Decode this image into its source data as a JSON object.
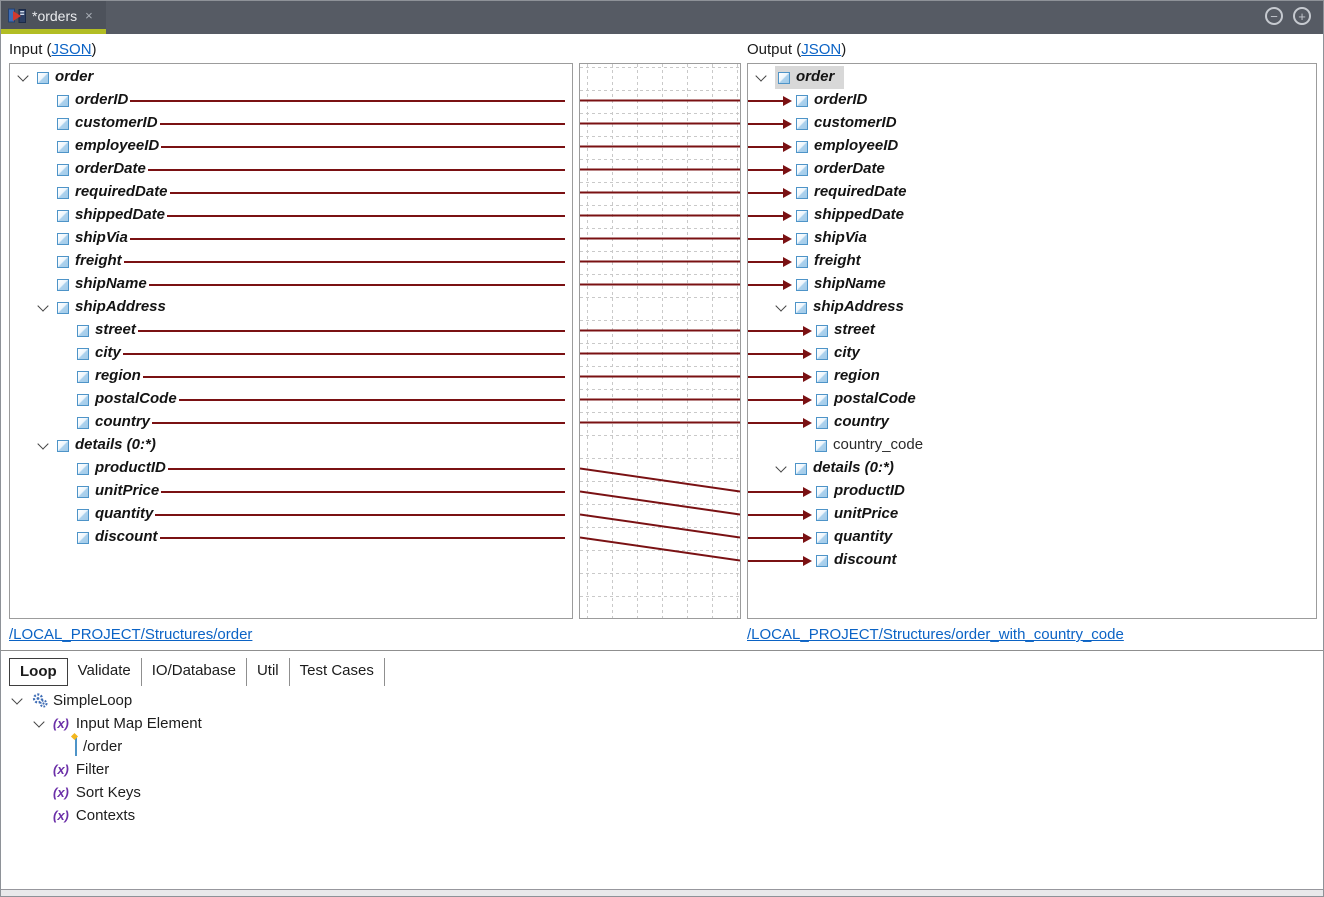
{
  "window": {
    "tab_title": "*orders",
    "close_glyph": "×",
    "zoom_out_glyph": "−",
    "zoom_in_glyph": "+"
  },
  "input": {
    "panel_label_prefix": "Input (",
    "json_link": "JSON",
    "panel_label_suffix": ")",
    "structure_link": "/LOCAL_PROJECT/Structures/order",
    "rows": [
      {
        "label": "order",
        "level": 0,
        "chevron": true
      },
      {
        "label": "orderID",
        "level": 1,
        "mapped": true
      },
      {
        "label": "customerID",
        "level": 1,
        "mapped": true
      },
      {
        "label": "employeeID",
        "level": 1,
        "mapped": true
      },
      {
        "label": "orderDate",
        "level": 1,
        "mapped": true
      },
      {
        "label": "requiredDate",
        "level": 1,
        "mapped": true
      },
      {
        "label": "shippedDate",
        "level": 1,
        "mapped": true
      },
      {
        "label": "shipVia",
        "level": 1,
        "mapped": true
      },
      {
        "label": "freight",
        "level": 1,
        "mapped": true
      },
      {
        "label": "shipName",
        "level": 1,
        "mapped": true
      },
      {
        "label": "shipAddress",
        "level": 1,
        "chevron": true
      },
      {
        "label": "street",
        "level": 2,
        "mapped": true
      },
      {
        "label": "city",
        "level": 2,
        "mapped": true
      },
      {
        "label": "region",
        "level": 2,
        "mapped": true
      },
      {
        "label": "postalCode",
        "level": 2,
        "mapped": true
      },
      {
        "label": "country",
        "level": 2,
        "mapped": true
      },
      {
        "label": "details (0:*)",
        "level": 1,
        "chevron": true
      },
      {
        "label": "productID",
        "level": 2,
        "mapped": true
      },
      {
        "label": "unitPrice",
        "level": 2,
        "mapped": true
      },
      {
        "label": "quantity",
        "level": 2,
        "mapped": true
      },
      {
        "label": "discount",
        "level": 2,
        "mapped": true
      }
    ]
  },
  "output": {
    "panel_label_prefix": "Output (",
    "json_link": "JSON",
    "panel_label_suffix": ")",
    "structure_link": "/LOCAL_PROJECT/Structures/order_with_country_code",
    "rows": [
      {
        "label": "order",
        "level": 0,
        "chevron": true,
        "selected": true
      },
      {
        "label": "orderID",
        "level": 1,
        "arrow": true
      },
      {
        "label": "customerID",
        "level": 1,
        "arrow": true
      },
      {
        "label": "employeeID",
        "level": 1,
        "arrow": true
      },
      {
        "label": "orderDate",
        "level": 1,
        "arrow": true
      },
      {
        "label": "requiredDate",
        "level": 1,
        "arrow": true
      },
      {
        "label": "shippedDate",
        "level": 1,
        "arrow": true
      },
      {
        "label": "shipVia",
        "level": 1,
        "arrow": true
      },
      {
        "label": "freight",
        "level": 1,
        "arrow": true
      },
      {
        "label": "shipName",
        "level": 1,
        "arrow": true
      },
      {
        "label": "shipAddress",
        "level": 1,
        "chevron": true
      },
      {
        "label": "street",
        "level": 2,
        "arrow": true
      },
      {
        "label": "city",
        "level": 2,
        "arrow": true
      },
      {
        "label": "region",
        "level": 2,
        "arrow": true
      },
      {
        "label": "postalCode",
        "level": 2,
        "arrow": true
      },
      {
        "label": "country",
        "level": 2,
        "arrow": true
      },
      {
        "label": "country_code",
        "level": 2,
        "plain": true
      },
      {
        "label": "details (0:*)",
        "level": 1,
        "chevron": true
      },
      {
        "label": "productID",
        "level": 2,
        "arrow": true
      },
      {
        "label": "unitPrice",
        "level": 2,
        "arrow": true
      },
      {
        "label": "quantity",
        "level": 2,
        "arrow": true
      },
      {
        "label": "discount",
        "level": 2,
        "arrow": true
      }
    ]
  },
  "mappings": [
    [
      1,
      1
    ],
    [
      2,
      2
    ],
    [
      3,
      3
    ],
    [
      4,
      4
    ],
    [
      5,
      5
    ],
    [
      6,
      6
    ],
    [
      7,
      7
    ],
    [
      8,
      8
    ],
    [
      9,
      9
    ],
    [
      11,
      11
    ],
    [
      12,
      12
    ],
    [
      13,
      13
    ],
    [
      14,
      14
    ],
    [
      15,
      15
    ],
    [
      17,
      18
    ],
    [
      18,
      19
    ],
    [
      19,
      20
    ],
    [
      20,
      21
    ]
  ],
  "bottom": {
    "tabs": [
      {
        "label": "Loop",
        "active": true
      },
      {
        "label": "Validate"
      },
      {
        "label": "IO/Database"
      },
      {
        "label": "Util"
      },
      {
        "label": "Test Cases"
      }
    ],
    "tree": [
      {
        "label": "SimpleLoop",
        "level": 0,
        "icon": "gears-icon",
        "chevron": true
      },
      {
        "label": "Input Map Element",
        "level": 1,
        "icon": "fx-icon",
        "chevron": true
      },
      {
        "label": "/order",
        "level": 2,
        "icon": "node-plus-icon"
      },
      {
        "label": "Filter",
        "level": 1,
        "icon": "fx-icon"
      },
      {
        "label": "Sort Keys",
        "level": 1,
        "icon": "fx-icon"
      },
      {
        "label": "Contexts",
        "level": 1,
        "icon": "fx-icon"
      }
    ]
  },
  "colors": {
    "wire": "#7a1113",
    "accent_green": "#b2bd24",
    "link_blue": "#0b63c5",
    "grid": "#c9c9c9"
  }
}
